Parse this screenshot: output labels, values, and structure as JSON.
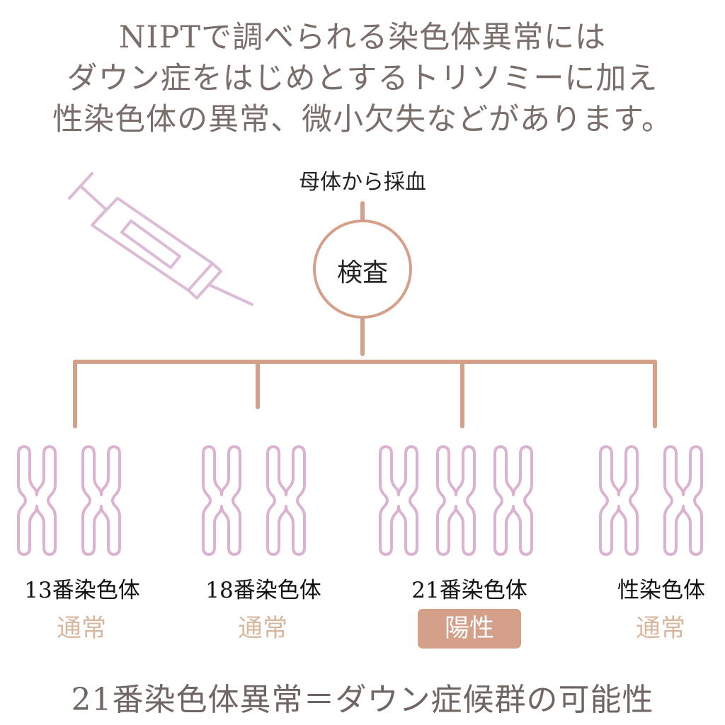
{
  "headline": {
    "line1": "NIPTで調べられる染色体異常には",
    "line2": "ダウン症をはじめとするトリソミーに加え",
    "line3": "性染色体の異常、微小欠失などがあります。"
  },
  "source_label": "母体から採血",
  "test_label": "検査",
  "branches": [
    {
      "chromosome": "13番染色体",
      "result": "通常",
      "copies": 2
    },
    {
      "chromosome": "18番染色体",
      "result": "通常",
      "copies": 2
    },
    {
      "chromosome": "21番染色体",
      "result": "陽性",
      "copies": 3
    },
    {
      "chromosome": "性染色体",
      "result": "通常",
      "copies": 2
    }
  ],
  "conclusion": "21番染色体異常＝ダウン症候群の可能性",
  "colors": {
    "line": "#d4a08a",
    "chromosome": "#dbb2d0",
    "syringe": "#dcbbd6",
    "text": "#7a6e6b",
    "result_normal": "#d9b79f",
    "result_positive_bg": "#d4a08a"
  },
  "icons": {
    "syringe": "syringe-icon",
    "chromosome": "chromosome-icon"
  }
}
